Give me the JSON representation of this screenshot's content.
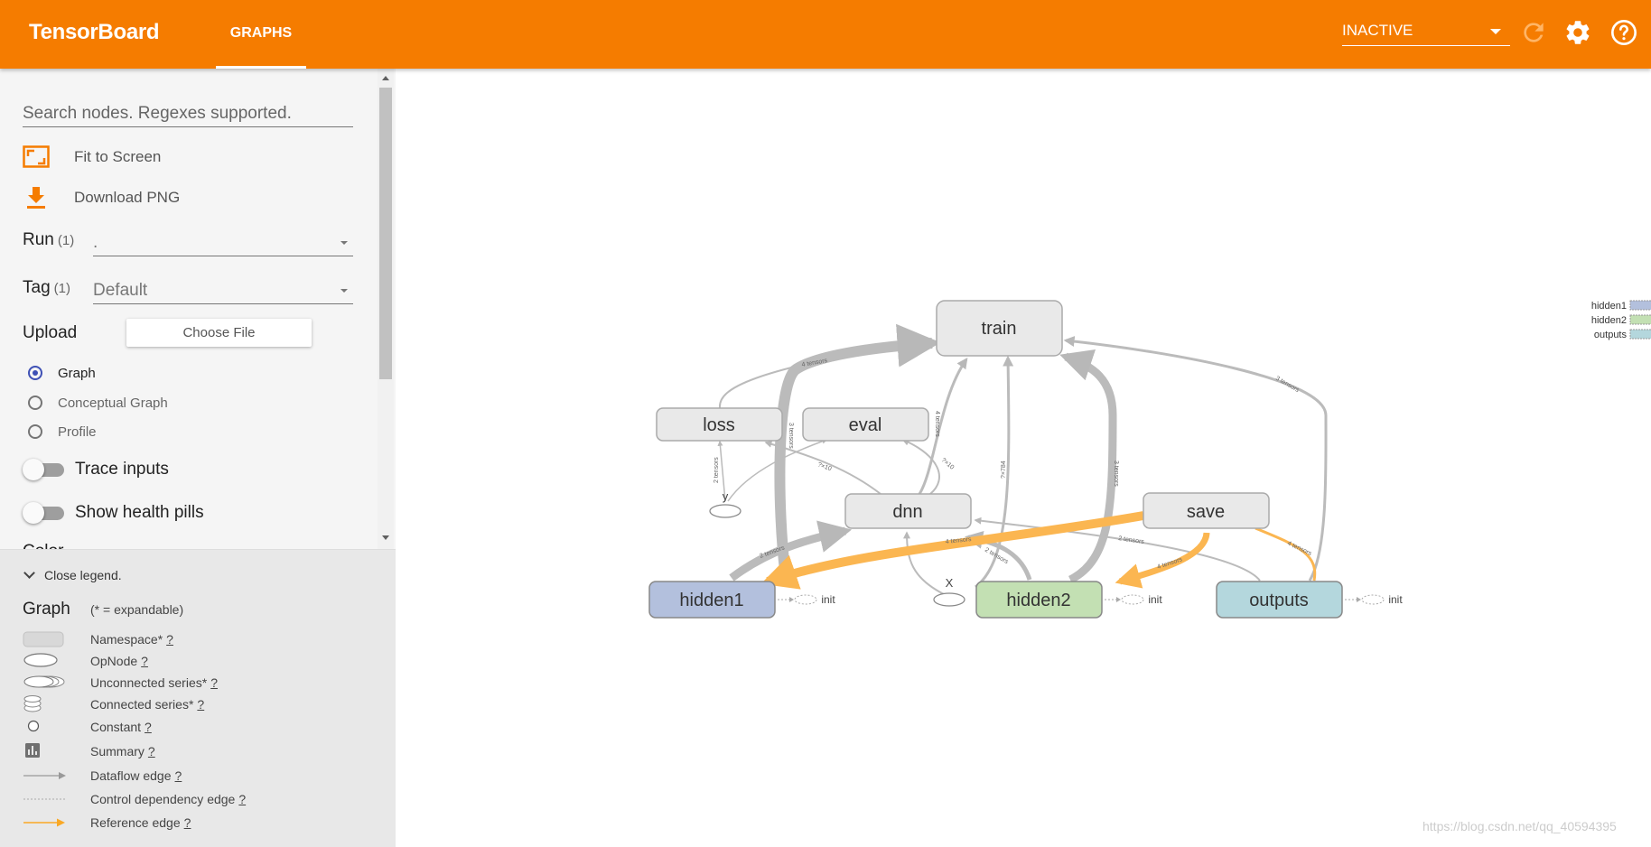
{
  "header": {
    "title": "TensorBoard",
    "tab_label": "GRAPHS",
    "run_status": "INACTIVE",
    "icons": [
      "refresh-icon",
      "settings-icon",
      "help-icon"
    ],
    "accent_color": "#f57c00"
  },
  "sidebar": {
    "search_placeholder": "Search nodes. Regexes supported.",
    "fit_label": "Fit to Screen",
    "download_label": "Download PNG",
    "run_label": "Run",
    "run_count": "(1)",
    "run_value": ".",
    "tag_label": "Tag",
    "tag_count": "(1)",
    "tag_value": "Default",
    "upload_label": "Upload",
    "choose_file": "Choose File",
    "radios": [
      {
        "label": "Graph",
        "selected": true
      },
      {
        "label": "Conceptual Graph",
        "selected": false
      },
      {
        "label": "Profile",
        "selected": false
      }
    ],
    "trace_inputs": "Trace inputs",
    "health_pills": "Show health pills",
    "color_label_partial": "Color"
  },
  "legend": {
    "close_label": "Close legend.",
    "title": "Graph",
    "subtitle": "(* = expandable)",
    "help": "?",
    "items": [
      {
        "label": "Namespace*",
        "symbol": "namespace"
      },
      {
        "label": "OpNode",
        "symbol": "opnode"
      },
      {
        "label": "Unconnected series*",
        "symbol": "unconnected"
      },
      {
        "label": "Connected series*",
        "symbol": "connected"
      },
      {
        "label": "Constant",
        "symbol": "constant"
      },
      {
        "label": "Summary",
        "symbol": "summary"
      },
      {
        "label": "Dataflow edge",
        "symbol": "dataflow"
      },
      {
        "label": "Control dependency edge",
        "symbol": "control"
      },
      {
        "label": "Reference edge",
        "symbol": "reference"
      }
    ]
  },
  "graph": {
    "nodes": {
      "train": "train",
      "loss": "loss",
      "eval": "eval",
      "dnn": "dnn",
      "save": "save",
      "hidden1": "hidden1",
      "hidden2": "hidden2",
      "outputs": "outputs",
      "x_op": "X",
      "y_op": "y",
      "init": "init"
    },
    "edge_labels": {
      "tensors4": "4 tensors",
      "tensors2": "2 tensors",
      "tensors3": "3 tensors",
      "tensor_shape1": "?×784",
      "tensor_shape2": "?×10"
    },
    "colors": {
      "hidden1": "#b3c0dd",
      "hidden2": "#c3e0b3",
      "outputs": "#b4d7dd",
      "node": "#e9e9e9",
      "edge": "#b8b8b8",
      "ref_edge": "#fbb651"
    }
  },
  "minimap_legend": [
    "hidden1",
    "hidden2",
    "outputs"
  ],
  "watermark": "https://blog.csdn.net/qq_40594395"
}
